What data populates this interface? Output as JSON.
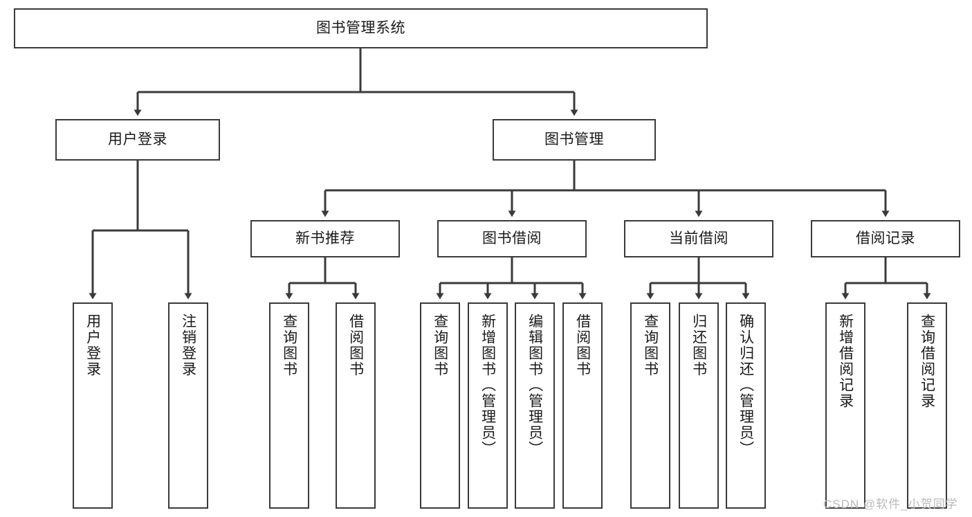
{
  "diagram": {
    "title": "图书管理系统",
    "background_color": "#ffffff",
    "line_color": "#3a3a3a",
    "box_border_color": "#3a3a3a",
    "text_color": "#1a1a1a"
  },
  "nodes": {
    "root": {
      "label": "图书管理系统"
    },
    "level1": [
      {
        "id": "user-login",
        "label": "用户登录"
      },
      {
        "id": "book-manage",
        "label": "图书管理"
      }
    ],
    "level2": [
      {
        "id": "new-book-recommend",
        "label": "新书推荐"
      },
      {
        "id": "book-borrow",
        "label": "图书借阅"
      },
      {
        "id": "current-borrow",
        "label": "当前借阅"
      },
      {
        "id": "borrow-record",
        "label": "借阅记录"
      }
    ],
    "leaves": [
      {
        "id": "leaf-user-login",
        "label": "用户登录"
      },
      {
        "id": "leaf-logout-login",
        "label": "注销登录"
      },
      {
        "id": "leaf-query-book-1",
        "label": "查询图书"
      },
      {
        "id": "leaf-borrow-book-1",
        "label": "借阅图书"
      },
      {
        "id": "leaf-query-book-2",
        "label": "查询图书"
      },
      {
        "id": "leaf-add-book",
        "label": "新增图书（管理员）"
      },
      {
        "id": "leaf-edit-book",
        "label": "编辑图书（管理员）"
      },
      {
        "id": "leaf-borrow-book-2",
        "label": "借阅图书"
      },
      {
        "id": "leaf-query-book-3",
        "label": "查询图书"
      },
      {
        "id": "leaf-return-book",
        "label": "归还图书"
      },
      {
        "id": "leaf-confirm-return",
        "label": "确认归还（管理员）"
      },
      {
        "id": "leaf-add-borrow-record",
        "label": "新增借阅记录"
      },
      {
        "id": "leaf-query-borrow-record",
        "label": "查询借阅记录"
      }
    ]
  },
  "watermark": {
    "text": "CSDN @软件_小贺同学"
  }
}
